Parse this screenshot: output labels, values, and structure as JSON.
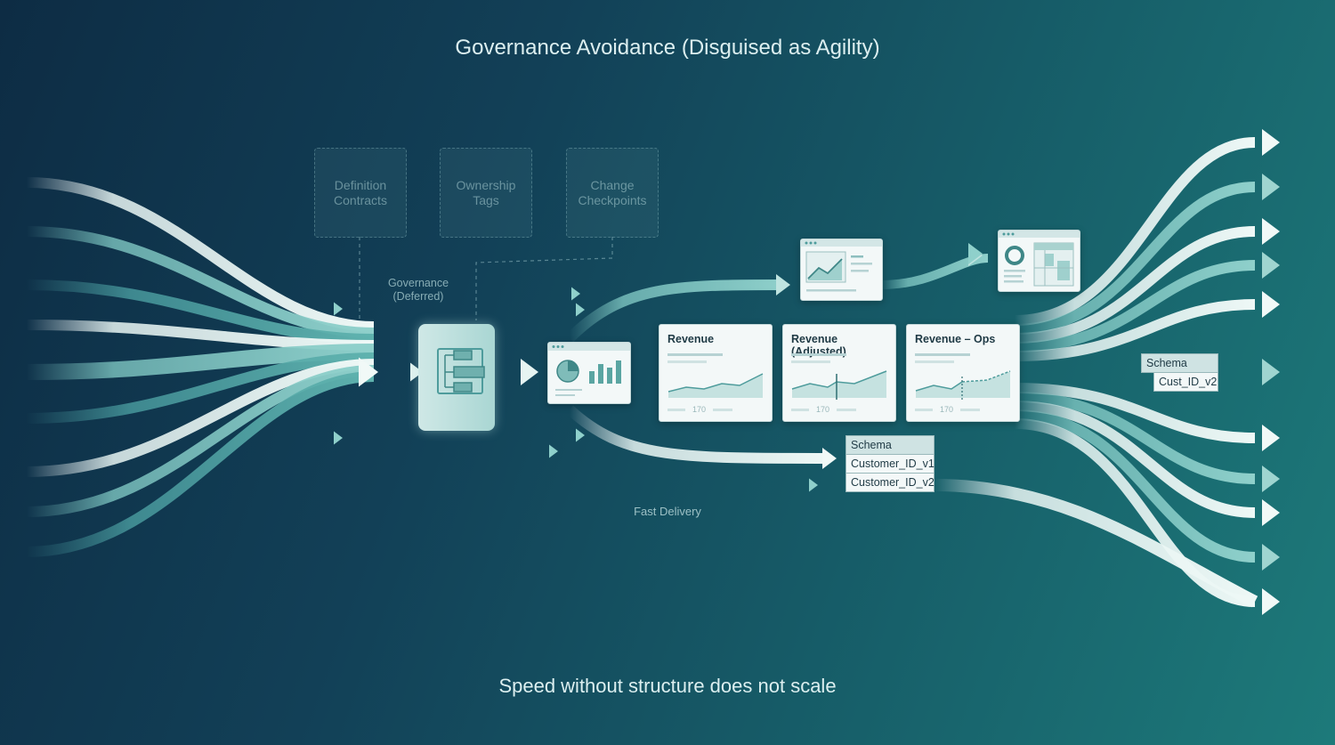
{
  "title": "Governance Avoidance (Disguised as Agility)",
  "subtitle": "Speed without structure does not scale",
  "governance_boxes": [
    {
      "label": "Definition\nContracts"
    },
    {
      "label": "Ownership\nTags"
    },
    {
      "label": "Change\nCheckpoints"
    }
  ],
  "governance_label": "Governance\n(Deferred)",
  "fast_delivery_label": "Fast Delivery",
  "revenue_cards": [
    {
      "title": "Revenue",
      "value": "170"
    },
    {
      "title": "Revenue (Adjusted)",
      "value": "170"
    },
    {
      "title": "Revenue – Ops",
      "value": "170"
    }
  ],
  "schema_center": {
    "header": "Schema",
    "rows": [
      "Customer_ID_v1",
      "Customer_ID_v2"
    ]
  },
  "schema_right": {
    "header": "Schema",
    "rows": [
      "Cust_ID_v2"
    ]
  },
  "colors": {
    "flow_light": "#e9f5f3",
    "flow_mid": "#6fb8b4",
    "background": "#124057",
    "accent": "#7cc4c0"
  }
}
